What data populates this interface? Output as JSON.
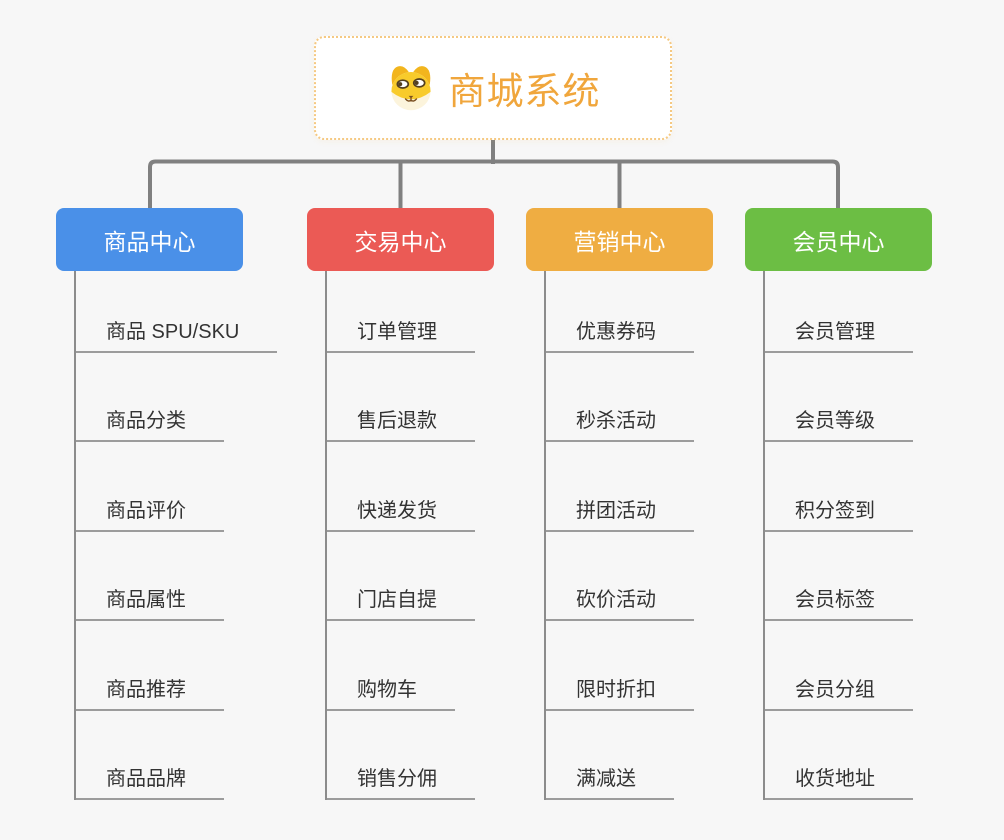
{
  "root": {
    "title": "商城系统",
    "icon": "dog-face-icon",
    "text_color": "#F0A63C",
    "border_color": "#F5C983"
  },
  "connector_color": "#808080",
  "background_color": "#F7F7F7",
  "branches": [
    {
      "label": "商品中心",
      "color": "#4A90E8",
      "children": [
        "商品 SPU/SKU",
        "商品分类",
        "商品评价",
        "商品属性",
        "商品推荐",
        "商品品牌"
      ]
    },
    {
      "label": "交易中心",
      "color": "#EB5A55",
      "children": [
        "订单管理",
        "售后退款",
        "快递发货",
        "门店自提",
        "购物车",
        "销售分佣"
      ]
    },
    {
      "label": "营销中心",
      "color": "#EFAD42",
      "children": [
        "优惠券码",
        "秒杀活动",
        "拼团活动",
        "砍价活动",
        "限时折扣",
        "满减送"
      ]
    },
    {
      "label": "会员中心",
      "color": "#6CBE44",
      "children": [
        "会员管理",
        "会员等级",
        "积分签到",
        "会员标签",
        "会员分组",
        "收货地址"
      ]
    }
  ]
}
